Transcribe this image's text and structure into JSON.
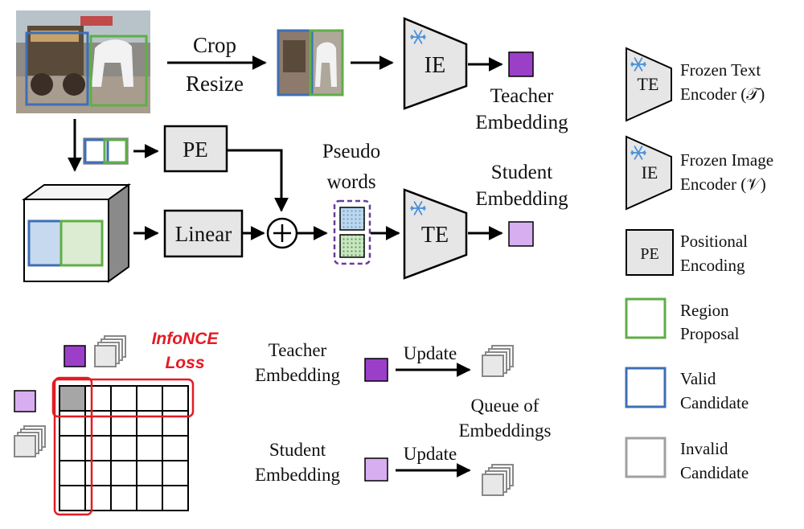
{
  "pipeline": {
    "crop_label": "Crop",
    "resize_label": "Resize",
    "image_encoder_label": "IE",
    "teacher_embedding_label": [
      "Teacher",
      "Embedding"
    ],
    "pe_label": "PE",
    "linear_label": "Linear",
    "pseudo_words_label": [
      "Pseudo",
      "words"
    ],
    "text_encoder_label": "TE",
    "student_embedding_label": [
      "Student",
      "Embedding"
    ]
  },
  "loss": {
    "title": [
      "InfoNCE",
      "Loss"
    ],
    "teacher_embedding_label": [
      "Teacher",
      "Embedding"
    ],
    "student_embedding_label": [
      "Student",
      "Embedding"
    ],
    "update_label": "Update",
    "queue_label": [
      "Queue of",
      "Embeddings"
    ]
  },
  "legend": {
    "items": [
      {
        "icon": "frozen-text-encoder-icon",
        "icon_text": "TE",
        "text": [
          "Frozen Text",
          "Encoder (𝒯)"
        ]
      },
      {
        "icon": "frozen-image-encoder-icon",
        "icon_text": "IE",
        "text": [
          "Frozen Image",
          "Encoder (𝒱)"
        ]
      },
      {
        "icon": "positional-encoding-icon",
        "icon_text": "PE",
        "text": [
          "Positional",
          "Encoding"
        ]
      },
      {
        "icon": "region-proposal-icon",
        "icon_text": "",
        "text": [
          "Region",
          "Proposal"
        ]
      },
      {
        "icon": "valid-candidate-icon",
        "icon_text": "",
        "text": [
          "Valid",
          "Candidate"
        ]
      },
      {
        "icon": "invalid-candidate-icon",
        "icon_text": "",
        "text": [
          "Invalid",
          "Candidate"
        ]
      }
    ]
  },
  "colors": {
    "teacher": "#9b3fc9",
    "student": "#d7aef0",
    "region_green": "#5fae46",
    "valid_blue": "#3d6fb5",
    "invalid_gray": "#a0a0a0",
    "encoder_fill": "#e6e6e6",
    "loss_red": "#e31b23",
    "snowflake": "#4a90d9"
  }
}
